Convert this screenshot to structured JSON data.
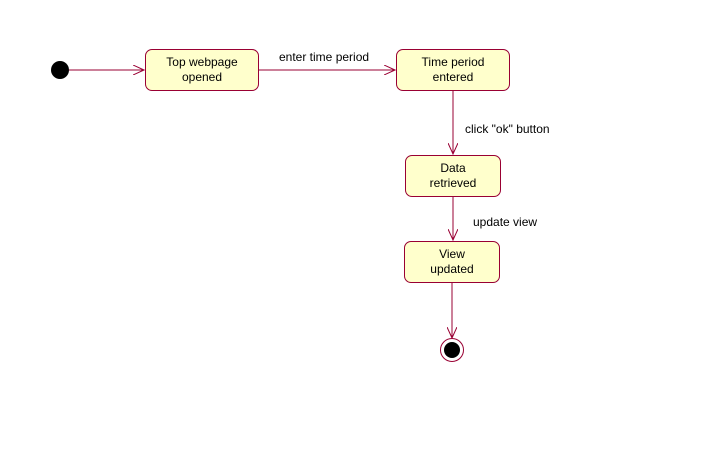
{
  "diagram": {
    "states": [
      {
        "id": "top-webpage-opened",
        "lines": [
          "Top webpage",
          "opened"
        ]
      },
      {
        "id": "time-period-entered",
        "lines": [
          "Time period",
          "entered"
        ]
      },
      {
        "id": "data-retrieved",
        "lines": [
          "Data",
          "retrieved"
        ]
      },
      {
        "id": "view-updated",
        "lines": [
          "View",
          "updated"
        ]
      }
    ],
    "transitions": [
      {
        "from": "initial",
        "to": "top-webpage-opened",
        "label": ""
      },
      {
        "from": "top-webpage-opened",
        "to": "time-period-entered",
        "label": "enter time period"
      },
      {
        "from": "time-period-entered",
        "to": "data-retrieved",
        "label": "click \"ok\" button"
      },
      {
        "from": "data-retrieved",
        "to": "view-updated",
        "label": "update view"
      },
      {
        "from": "view-updated",
        "to": "final",
        "label": ""
      }
    ],
    "colors": {
      "state_fill": "#ffffcc",
      "state_border": "#990033",
      "arrow": "#990033",
      "node_fill": "#000000",
      "final_ring": "#990033"
    }
  }
}
